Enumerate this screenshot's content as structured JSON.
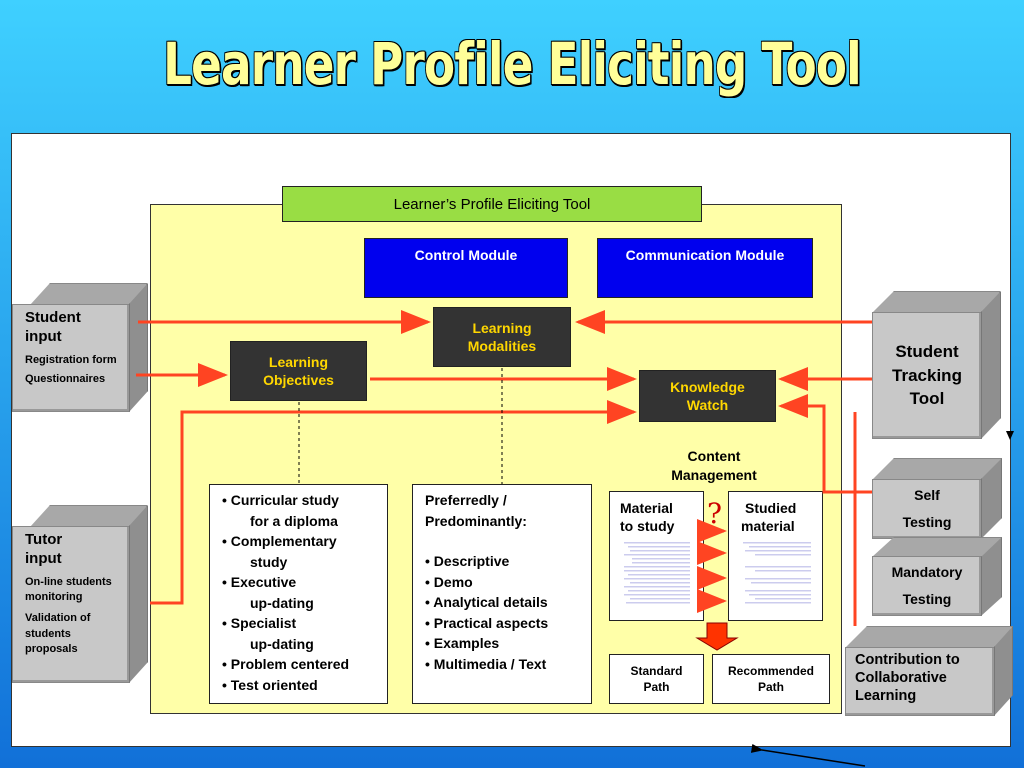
{
  "title": "Learner Profile Eliciting Tool",
  "tool_header": "Learner’s Profile Eliciting Tool",
  "modules": {
    "control": "Control Module",
    "communication": "Communication Module"
  },
  "boxes": {
    "learning_modalities": [
      "Learning",
      "Modalities"
    ],
    "learning_objectives": [
      "Learning",
      "Objectives"
    ],
    "knowledge_watch": [
      "Knowledge",
      "Watch"
    ]
  },
  "student_input": {
    "title": [
      "Student",
      "input"
    ],
    "items": [
      "Registration form",
      "Questionnaires"
    ]
  },
  "tutor_input": {
    "title": [
      "Tutor",
      "input"
    ],
    "items": [
      "On-line students monitoring",
      "Validation of students proposals"
    ]
  },
  "right_side": {
    "student_tracking": [
      "Student",
      "Tracking",
      "Tool"
    ],
    "self_testing": [
      "Self",
      "Testing"
    ],
    "mandatory_testing": [
      "Mandatory",
      "Testing"
    ],
    "contribution": [
      "Contribution to",
      "Collaborative",
      "Learning"
    ]
  },
  "objectives_list": [
    {
      "bullet": "•",
      "text": "Curricular study",
      "cont": "for a diploma"
    },
    {
      "bullet": "•",
      "text": "Complementary",
      "cont": "study"
    },
    {
      "bullet": "•",
      "text": "Executive",
      "cont": "up-dating"
    },
    {
      "bullet": "•",
      "text": "Specialist",
      "cont": "up-dating"
    },
    {
      "bullet": "•",
      "text": "Problem centered",
      "cont": ""
    },
    {
      "bullet": "•",
      "text": "Test oriented",
      "cont": ""
    }
  ],
  "modalities_list": {
    "heading": [
      "Preferredly /",
      "Predominantly:"
    ],
    "items": [
      "Descriptive",
      "Demo",
      "Analytical details",
      "Practical aspects",
      "Examples",
      "Multimedia / Text"
    ]
  },
  "content_management": {
    "label": [
      "Content",
      "Management"
    ],
    "material_to_study": [
      "Material",
      "to study"
    ],
    "studied_material": [
      "Studied",
      "material"
    ],
    "question": "?",
    "standard_path": [
      "Standard",
      "Path"
    ],
    "recommended_path": [
      "Recommended",
      "Path"
    ]
  },
  "colors": {
    "arrow": "#ff4422",
    "module_blue": "#0000ee",
    "header_green": "#99dd44",
    "panel_yellow": "#ffffa8",
    "dark_box": "#333333",
    "dark_box_text": "#ffd700",
    "title_yellow": "#ffff99"
  }
}
